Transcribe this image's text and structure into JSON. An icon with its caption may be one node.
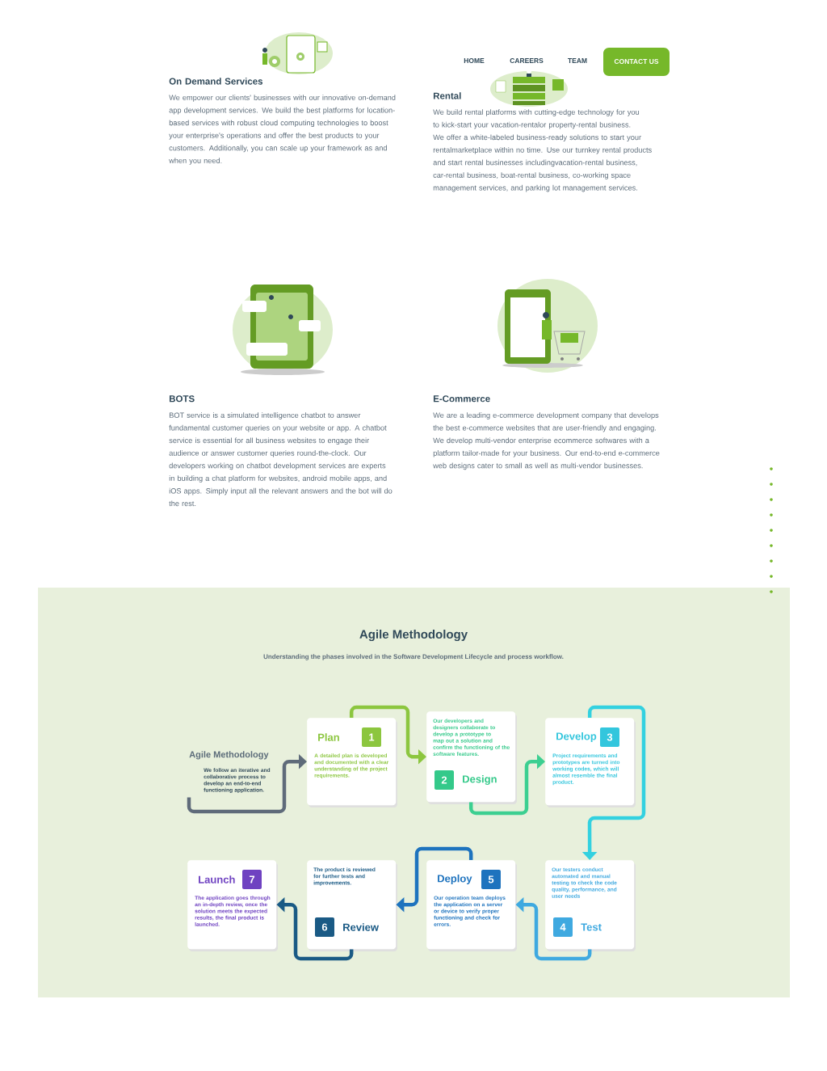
{
  "diagram": {
    "nodes": [
      {
        "text": [
          "Agile Methodology",
          "We follow an iterative and collaborative process to develop an end-to-end functioning application."
        ]
      },
      {
        "text": [
          "Plan",
          "1",
          "A detailed plan is developed and documented with a clear understanding of the project requirements."
        ]
      },
      {
        "text": [
          "Our developers and designers collaborate to develop a prototype to map out a solution and confirm the functioning of the software features.",
          "2",
          "Design"
        ]
      },
      {
        "text": [
          "Develop",
          "3",
          "Project requirements and prototypes are turned into working codes, which will almost resemble the final product."
        ]
      },
      {
        "text": [
          "Our testers conduct automated and manual testing to check the code quality, performance, and user needs",
          "4",
          "Test"
        ]
      },
      {
        "text": [
          "Deploy",
          "5",
          "Our operation team deploys the application on a server or device to verify proper functioning and check for errors."
        ]
      },
      {
        "text": [
          "The product is reviewed for further tests and improvements.",
          "6",
          "Review"
        ]
      },
      {
        "text": [
          "Launch",
          "7",
          "The application goes through an in-depth review, once the solution meets the expected results, the final product is launched."
        ]
      }
    ],
    "edges": [
      {
        "from": 0,
        "to": 1,
        "arrow": "to",
        "color": "#5f6b7a"
      },
      {
        "from": 1,
        "to": 2,
        "arrow": "to",
        "color": "#8cc63f"
      },
      {
        "from": 2,
        "to": 3,
        "arrow": "to",
        "color": "#3ccf91"
      },
      {
        "from": 3,
        "to": 4,
        "arrow": "to",
        "color": "#33d1e0"
      },
      {
        "from": 4,
        "to": 5,
        "arrow": "to",
        "color": "#3fa9e0"
      },
      {
        "from": 5,
        "to": 6,
        "arrow": "to",
        "color": "#1e73be"
      },
      {
        "from": 6,
        "to": 7,
        "arrow": "to",
        "color": "#1a5a85"
      }
    ],
    "labels": [
      "HOME",
      "CAREERS",
      "TEAM",
      "CONTACT US",
      "On Demand Services",
      "We empower our clients' businesses with our innovative on-demand app development services. We build the best platforms for location-based services with robust cloud computing technologies to boost your enterprise's operations and offer the best products to your customers. Additionally, you can scale up your framework as and when you need.",
      "Rental",
      "We build rental platforms with cutting-edge technology for you to kick-start your vacation-rentalor property-rental business. We offer a white-labeled business-ready solutions to start your rentalmarketplace within no time. Use our turnkey rental products and start rental businesses includingvacation-rental business, car-rental business, boat-rental business, co-working space management services, and parking lot management services.",
      "BOTS",
      "BOT service is a simulated intelligence chatbot to answer fundamental customer queries on your website or app. A chatbot service is essential for all business websites to engage their audience or answer customer queries round-the-clock. Our developers working on chatbot development services are experts in building a chat platform for websites, android mobile apps, and iOS apps. Simply input all the relevant answers and the bot will do the rest.",
      "E-Commerce",
      "We are a leading e-commerce development company that develops the best e-commerce websites that are user-friendly and engaging. We develop multi-vendor enterprise ecommerce softwares with a platform tailor-made for your business. Our end-to-end e-commerce web designs cater to small as well as multi-vendor businesses.",
      "Agile Methodology",
      "Understanding the phases involved in the Software Development Lifecycle and process workflow."
    ]
  }
}
